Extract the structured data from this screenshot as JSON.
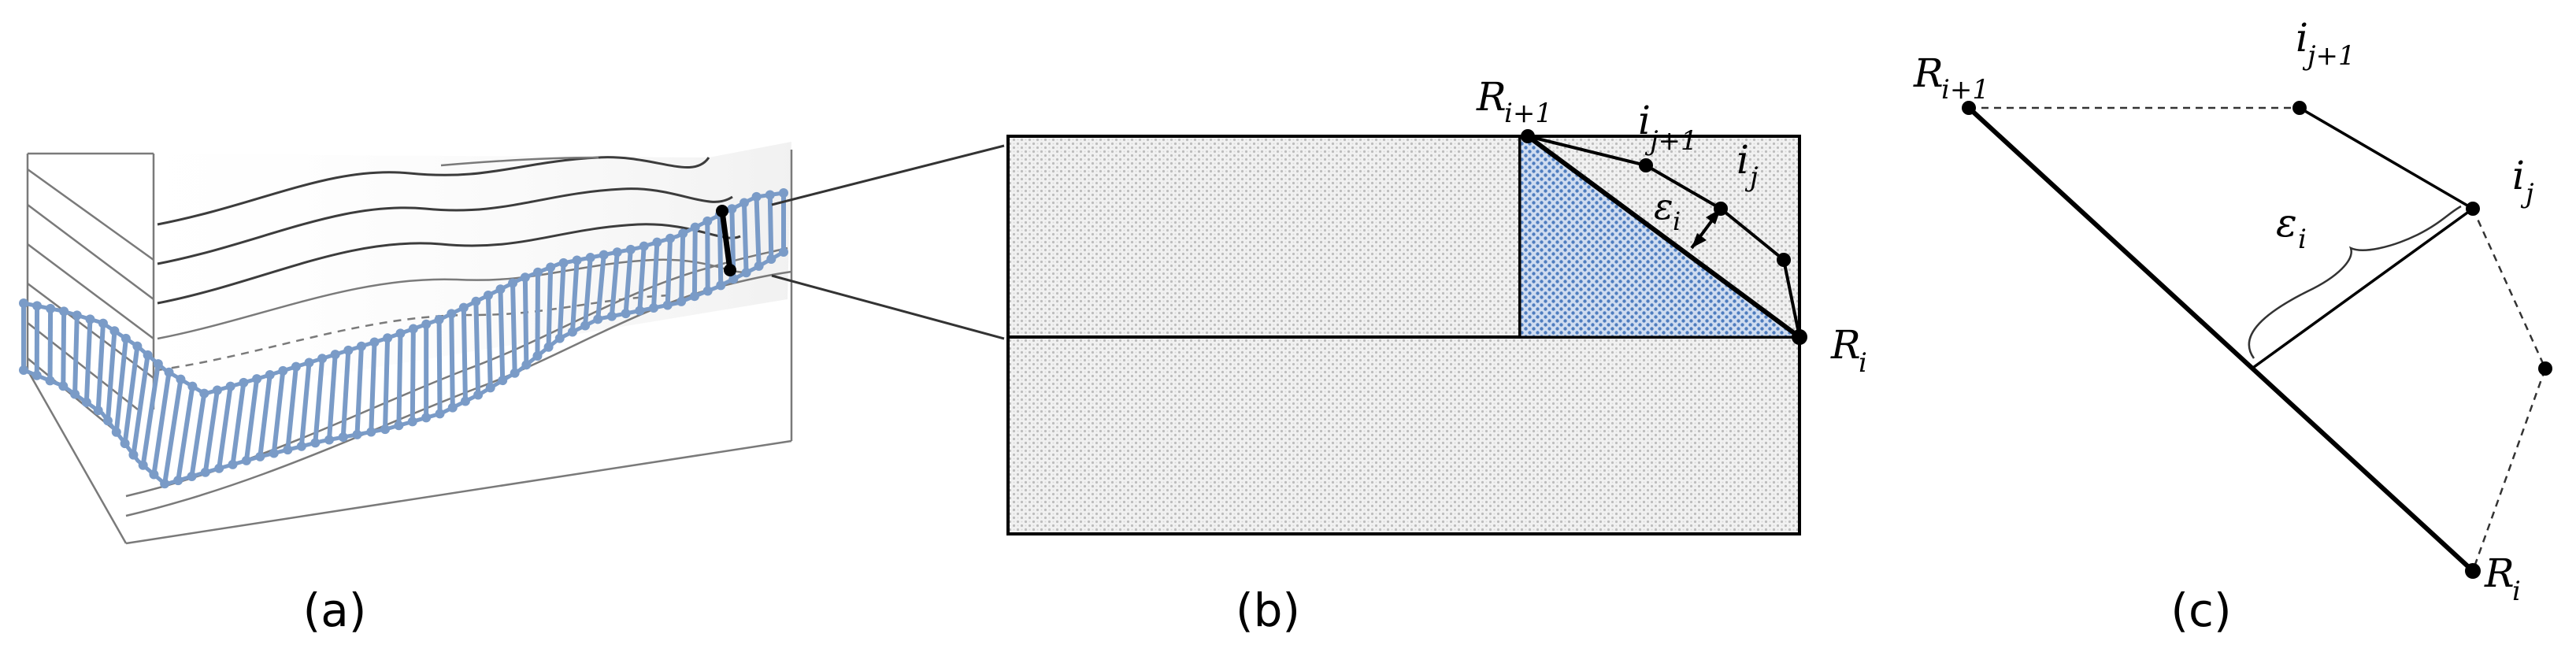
{
  "panels": {
    "a": {
      "caption": "(a)"
    },
    "b": {
      "caption": "(b)",
      "labels": {
        "r_upper": "R",
        "r_upper_sub": "i+1",
        "ij1": "i",
        "ij1_sub": "j+1",
        "ij": "i",
        "ij_sub": "j",
        "eps": "ε",
        "eps_sub": "i",
        "r_lower": "R",
        "r_lower_sub": "i"
      }
    },
    "c": {
      "caption": "(c)",
      "labels": {
        "r_upper": "R",
        "r_upper_sub": "i+1",
        "ij1": "i",
        "ij1_sub": "j+1",
        "ij": "i",
        "ij_sub": "j",
        "eps": "ε",
        "eps_sub": "i",
        "r_lower": "R",
        "r_lower_sub": "i"
      }
    }
  },
  "colors": {
    "highlight_fill": "#5b86c4",
    "hatch_gray": "#c9c9c9",
    "strut_blue": "#7a9bc7"
  }
}
